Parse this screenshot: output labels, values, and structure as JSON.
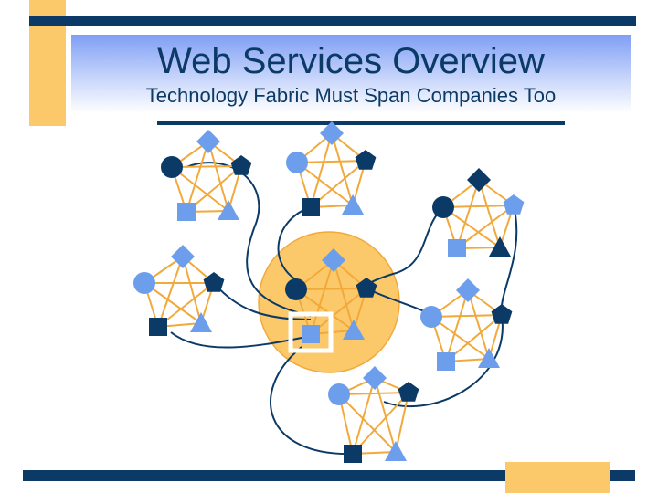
{
  "slide": {
    "title": "Web Services Overview",
    "subtitle": "Technology Fabric Must Span Companies Too"
  },
  "colors": {
    "dark_blue": "#0b3a66",
    "light_blue": "#6d9eeb",
    "orange_accent": "#fcc96a",
    "orange_edge": "#f2a93b",
    "highlight_circle": "#fcc96a"
  },
  "diagram": {
    "node_shapes_per_cluster": [
      "diamond-icon",
      "pentagon-icon",
      "triangle-icon",
      "square-icon",
      "circle-icon"
    ],
    "clusters": [
      {
        "name": "cluster-top-left",
        "dark_nodes": [
          "circle",
          "pentagon"
        ]
      },
      {
        "name": "cluster-top-middle",
        "dark_nodes": [
          "pentagon",
          "square"
        ]
      },
      {
        "name": "cluster-top-right",
        "dark_nodes": [
          "circle",
          "diamond",
          "triangle"
        ]
      },
      {
        "name": "cluster-middle-left",
        "dark_nodes": [
          "pentagon",
          "square"
        ]
      },
      {
        "name": "cluster-center",
        "dark_nodes": [
          "circle",
          "pentagon"
        ],
        "highlighted": true
      },
      {
        "name": "cluster-middle-right",
        "dark_nodes": [
          "pentagon"
        ]
      },
      {
        "name": "cluster-bottom",
        "dark_nodes": [
          "pentagon",
          "square"
        ]
      }
    ]
  }
}
